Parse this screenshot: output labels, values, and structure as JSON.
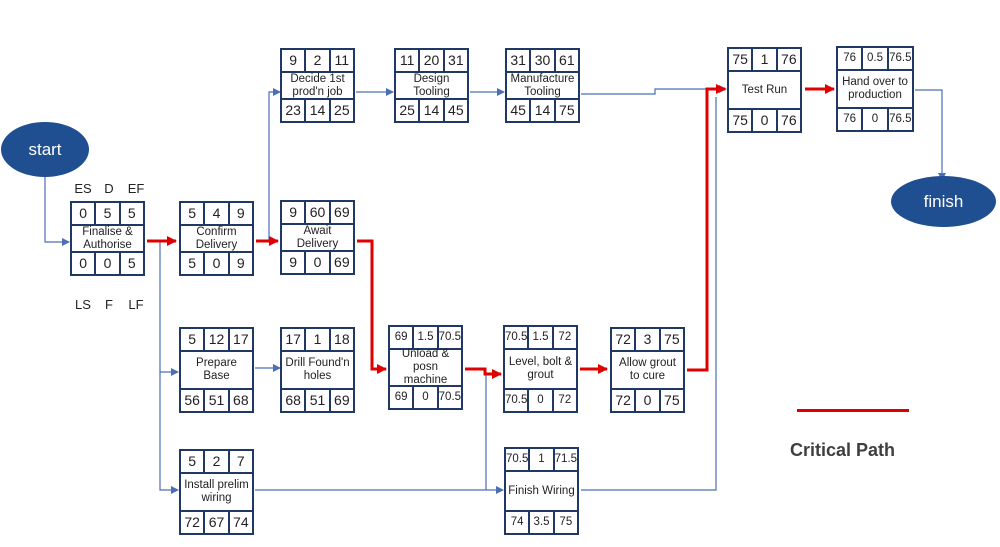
{
  "start_label": "start",
  "finish_label": "finish",
  "legend": {
    "critical_path_label": "Critical Path",
    "critical_color": "#e00000",
    "normal_color": "#4a6fb5"
  },
  "key_labels": {
    "es": "ES",
    "d": "D",
    "ef": "EF",
    "ls": "LS",
    "f": "F",
    "lf": "LF"
  },
  "nodes": {
    "finalise": {
      "top": [
        "0",
        "5",
        "5"
      ],
      "name": "Finalise & Authorise",
      "bottom": [
        "0",
        "0",
        "5"
      ]
    },
    "decide": {
      "top": [
        "9",
        "2",
        "11"
      ],
      "name": "Decide 1st prod'n job",
      "bottom": [
        "23",
        "14",
        "25"
      ]
    },
    "design": {
      "top": [
        "11",
        "20",
        "31"
      ],
      "name": "Design Tooling",
      "bottom": [
        "25",
        "14",
        "45"
      ]
    },
    "manufacture": {
      "top": [
        "31",
        "30",
        "61"
      ],
      "name": "Manufacture Tooling",
      "bottom": [
        "45",
        "14",
        "75"
      ]
    },
    "testrun": {
      "top": [
        "75",
        "1",
        "76"
      ],
      "name": "Test Run",
      "bottom": [
        "75",
        "0",
        "76"
      ]
    },
    "handover": {
      "top": [
        "76",
        "0.5",
        "76.5"
      ],
      "name": "Hand over to production",
      "bottom": [
        "76",
        "0",
        "76.5"
      ]
    },
    "confirm": {
      "top": [
        "5",
        "4",
        "9"
      ],
      "name": "Confirm Delivery",
      "bottom": [
        "5",
        "0",
        "9"
      ]
    },
    "await": {
      "top": [
        "9",
        "60",
        "69"
      ],
      "name": "Await Delivery",
      "bottom": [
        "9",
        "0",
        "69"
      ]
    },
    "prepare": {
      "top": [
        "5",
        "12",
        "17"
      ],
      "name": "Prepare Base",
      "bottom": [
        "56",
        "51",
        "68"
      ]
    },
    "drill": {
      "top": [
        "17",
        "1",
        "18"
      ],
      "name": "Drill Found'n holes",
      "bottom": [
        "68",
        "51",
        "69"
      ]
    },
    "unload": {
      "top": [
        "69",
        "1.5",
        "70.5"
      ],
      "name": "Unload & posn machine",
      "bottom": [
        "69",
        "0",
        "70.5"
      ]
    },
    "level": {
      "top": [
        "70.5",
        "1.5",
        "72"
      ],
      "name": "Level, bolt & grout",
      "bottom": [
        "70.5",
        "0",
        "72"
      ]
    },
    "allow": {
      "top": [
        "72",
        "3",
        "75"
      ],
      "name": "Allow grout to cure",
      "bottom": [
        "72",
        "0",
        "75"
      ]
    },
    "install": {
      "top": [
        "5",
        "2",
        "7"
      ],
      "name": "Install prelim wiring",
      "bottom": [
        "72",
        "67",
        "74"
      ]
    },
    "finish_wiring": {
      "top": [
        "70.5",
        "1",
        "71.5"
      ],
      "name": "Finish Wiring",
      "bottom": [
        "74",
        "3.5",
        "75"
      ]
    }
  }
}
